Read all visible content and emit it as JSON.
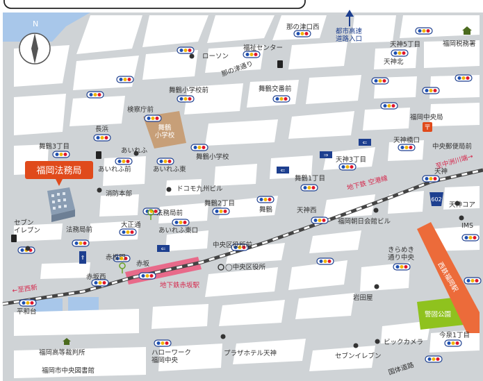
{
  "map_title": "",
  "colors": {
    "road": "#cfd3d6",
    "block": "#ffffff",
    "water": "#a8c7ea",
    "railway_dark": "#444444",
    "subway_pink": "#e86a8a",
    "nishitetsu_orange": "#ec6b3a",
    "park_green": "#8fc21e",
    "school_brown": "#c79f78",
    "legal_bureau_red": "#e04a1b"
  },
  "compass": {
    "label": "N"
  },
  "highlight": {
    "legal_bureau_label": "福岡法務局",
    "subway_station_label": "地下鉄赤坂駅",
    "nishitetsu_label": "西鉄福岡駅"
  },
  "roads": {
    "noutsu_dori": "那の津通り",
    "subway_kuko_line": "地下鉄 空港線",
    "toward_nakasu": "至中洲川端→",
    "toward_nishijin": "←至西新",
    "kokutai_doro": "国体道路",
    "urban_expressway": "都市高速\n道路入口",
    "route_badge": "602"
  },
  "places": {
    "nanotsuguchi_nishi": "那の津口西",
    "lawson": "ローソン",
    "fukushi_center": "福祉センター",
    "maizuru_shogakko_mae": "舞鶴小学校前",
    "maizuru_koban_mae": "舞鶴交番前",
    "tenjin_5": "天神5丁目",
    "fukuoka_zeimusho": "福岡税務署",
    "tenjin_kita": "天神北",
    "kensatsu_mae": "検察庁前",
    "maizuru_school": "舞鶴\n小学校",
    "nagahama": "長浜",
    "fukuoka_chuo_kyoku": "福岡中央局",
    "maizuru_3": "舞鶴3丁目",
    "airenfu": "あいれふ",
    "maizuru_shogakko": "舞鶴小学校",
    "tenjin_kyobashi": "天神橋口",
    "chuo_yubinkyoku": "中央郵便局前",
    "tenjin_3": "天神3丁目",
    "airenfu_mae": "あいれふ前",
    "airenfu_higashi": "あいれふ東",
    "maizuru_1": "舞鶴1丁目",
    "tenjin": "天神",
    "shobo_honbu": "消防本部",
    "docomo": "ドコモ九州ビル",
    "houmukyoku_mae": "法務局前",
    "maizuru_2": "舞鶴2丁目",
    "tenjin_nishi": "天神西",
    "tenjin_core": "天神コア",
    "seven_eleven_w": "セブン\nイレブン",
    "houmukyoku_mae_2": "法務局前",
    "taisho_dori": "大正通",
    "maizuru": "舞鶴",
    "fukuoka_asahi": "福岡朝日会館ビル",
    "ims": "IMS",
    "airenfu_higashiguchi": "あいれふ東口",
    "akasakamon": "赤坂門",
    "chuo_kuyakusho_mae": "中央区役所前",
    "kirameki": "きらめき\n通り中央",
    "akasaka": "赤坂",
    "chuo_kuyakusho": "◯中央区役所",
    "akasaka_nishi": "赤坂西",
    "iwataya": "岩田屋",
    "keigo_park": "警固公園",
    "heiwadai": "平和台",
    "big_camera": "ビックカメラ",
    "imaizumi_1": "今泉1丁目",
    "koutou_saibansho": "福岡高等裁判所",
    "hello_work": "ハローワーク\n福岡中央",
    "plaza_hotel": "プラザホテル天神",
    "seven_eleven_s": "セブンイレブン",
    "chuo_toshokan": "福岡市中央図書館"
  }
}
